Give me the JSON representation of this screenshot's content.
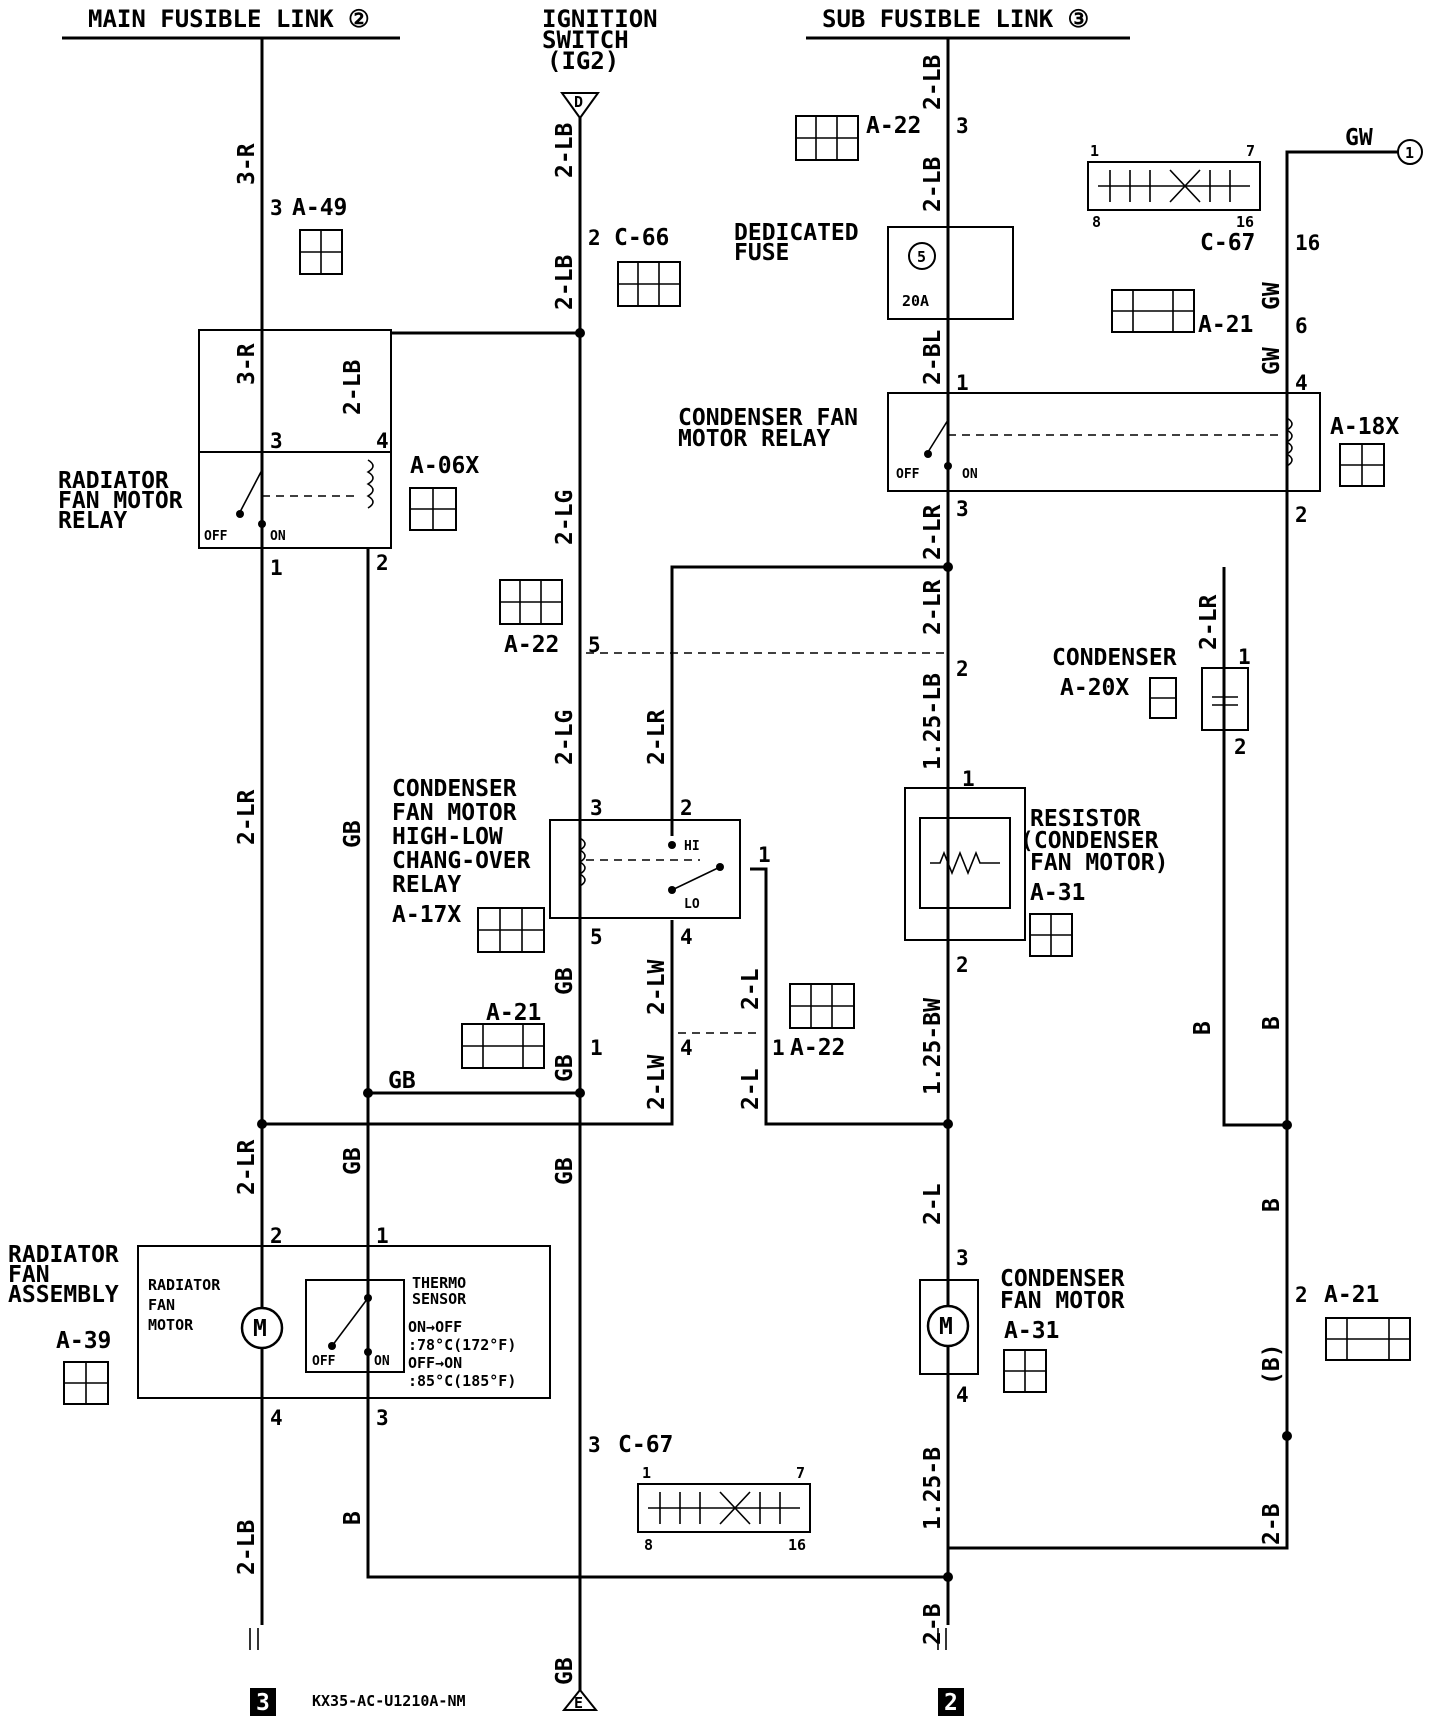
{
  "headers": {
    "main_fusible_link": "MAIN FUSIBLE LINK ②",
    "ignition_switch_1": "IGNITION",
    "ignition_switch_2": "SWITCH",
    "ignition_switch_3": "(IG2)",
    "sub_fusible_link": "SUB FUSIBLE LINK ③"
  },
  "components": {
    "radiator_relay": [
      "RADIATOR",
      "FAN MOTOR",
      "RELAY"
    ],
    "radiator_relay_conn": "A-06X",
    "condenser_relay": [
      "CONDENSER FAN",
      "MOTOR RELAY"
    ],
    "condenser_relay_conn": "A-18X",
    "dedicated_fuse": [
      "DEDICATED",
      "FUSE"
    ],
    "fuse_number": "5",
    "fuse_rating": "20A",
    "hilo_relay": [
      "CONDENSER",
      "FAN MOTOR",
      "HIGH-LOW",
      "CHANG-OVER",
      "RELAY"
    ],
    "hilo_relay_conn": "A-17X",
    "condenser": "CONDENSER",
    "condenser_conn": "A-20X",
    "resistor": [
      "RESISTOR",
      "(CONDENSER",
      "FAN MOTOR)"
    ],
    "resistor_conn": "A-31",
    "radiator_assembly": [
      "RADIATOR",
      "FAN",
      "ASSEMBLY"
    ],
    "radiator_assembly_conn": "A-39",
    "radiator_motor": [
      "RADIATOR",
      "FAN",
      "MOTOR"
    ],
    "thermo": [
      "THERMO",
      "SENSOR"
    ],
    "thermo_spec": [
      "ON→OFF",
      ":78°C(172°F)",
      "OFF→ON",
      ":85°C(185°F)"
    ],
    "condenser_motor": [
      "CONDENSER",
      "FAN MOTOR"
    ],
    "condenser_motor_conn": "A-31",
    "motor_symbol": "M",
    "off": "OFF",
    "on": "ON",
    "hi": "HI",
    "lo": "LO",
    "ref_code": "KX35-AC-U1210A-NM"
  },
  "wires": {
    "r3": "3-R",
    "lb2": "2-LB",
    "lg2": "2-LG",
    "lr2": "2-LR",
    "gb": "GB",
    "lw2": "2-LW",
    "l2": "2-L",
    "bl2": "2-BL",
    "lb125": "1.25-LB",
    "bw125": "1.25-BW",
    "b125": "1.25-B",
    "b2": "2-B",
    "gw": "GW",
    "b": "B",
    "bp": "(B)"
  },
  "connectors": {
    "a49": "A-49",
    "c66": "C-66",
    "a22": "A-22",
    "a21": "A-21",
    "c67": "C-67"
  },
  "pins": {
    "p1": "1",
    "p2": "2",
    "p3": "3",
    "p4": "4",
    "p5": "5",
    "p6": "6",
    "p7": "7",
    "p8": "8",
    "p16": "16"
  },
  "grounds": {
    "left": "3",
    "right": "2"
  },
  "refs": {
    "d": "D",
    "e": "E",
    "c1": "1"
  }
}
